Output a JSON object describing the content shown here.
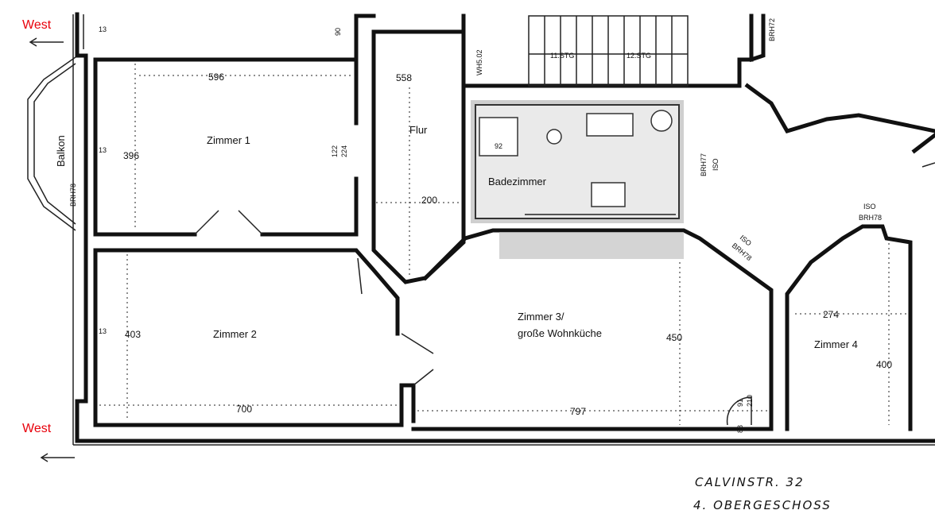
{
  "compass": {
    "west_top": "West",
    "west_bottom": "West"
  },
  "rooms": {
    "zimmer1": "Zimmer 1",
    "zimmer2": "Zimmer 2",
    "zimmer3_line1": "Zimmer 3/",
    "zimmer3_line2": "große Wohnküche",
    "zimmer4": "Zimmer 4",
    "flur": "Flur",
    "bad": "Badezimmer",
    "balkon": "Balkon"
  },
  "dimensions": {
    "z1_width": "596",
    "z1_height": "396",
    "flur_length": "558",
    "flur_width": "200",
    "z2_height": "403",
    "z2_width": "700",
    "z3_height": "450",
    "z3_width": "797",
    "z4_width": "274",
    "z4_height": "400"
  },
  "labels": {
    "brh78_left": "BRH78",
    "s13_a": "13",
    "s13_b": "13",
    "s13_c": "13",
    "s90": "90",
    "door_122": "122",
    "door_224": "224",
    "stair_11": "11.STG",
    "stair_12": "12.STG",
    "wh": "WH5.02",
    "brh72": "BRH72",
    "brh77": "BRH77",
    "iso_a": "ISO",
    "iso_b": "ISO",
    "brh78_right": "BRH78",
    "iso_c": "ISO",
    "brh78_c": "BRH78",
    "s91": "91",
    "s210": "210",
    "s88": "88",
    "bath_92": "92"
  },
  "handwriting": {
    "street": "CALVINSTR. 32",
    "floor": "4. OBERGESCHOSS"
  }
}
